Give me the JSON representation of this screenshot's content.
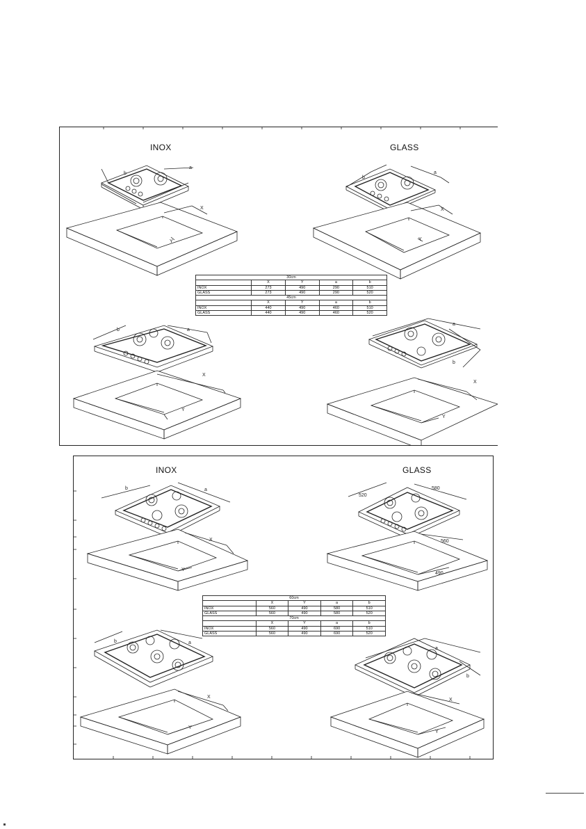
{
  "panels": [
    {
      "labels": {
        "left": "INOX",
        "right": "GLASS"
      },
      "dims": {
        "a": "a",
        "b": "b",
        "x": "X",
        "y": "Y"
      },
      "tables": [
        {
          "size": "30cm",
          "columns": [
            "",
            "X",
            "Y",
            "a",
            "b"
          ],
          "rows": [
            [
              "INOX",
              "273",
              "490",
              "290",
              "510"
            ],
            [
              "GLASS",
              "273",
              "490",
              "290",
              "520"
            ]
          ]
        },
        {
          "size": "45cm",
          "columns": [
            "",
            "X",
            "Y",
            "a",
            "b"
          ],
          "rows": [
            [
              "INOX",
              "440",
              "490",
              "460",
              "510"
            ],
            [
              "GLASS",
              "440",
              "490",
              "460",
              "520"
            ]
          ]
        }
      ]
    },
    {
      "labels": {
        "left": "INOX",
        "right": "GLASS"
      },
      "dims": {
        "a": "a",
        "b": "b",
        "x": "X",
        "y": "Y",
        "glass_a": "580",
        "glass_b": "520",
        "glass_x": "560",
        "glass_y": "490"
      },
      "tables": [
        {
          "size": "60cm",
          "columns": [
            "",
            "X",
            "Y",
            "a",
            "b"
          ],
          "rows": [
            [
              "INOX",
              "560",
              "490",
              "580",
              "510"
            ],
            [
              "GLASS",
              "560",
              "490",
              "580",
              "520"
            ]
          ]
        },
        {
          "size": "70cm",
          "columns": [
            "",
            "X",
            "Y",
            "a",
            "b"
          ],
          "rows": [
            [
              "INOX",
              "560",
              "490",
              "690",
              "510"
            ],
            [
              "GLASS",
              "560",
              "490",
              "690",
              "520"
            ]
          ]
        }
      ]
    }
  ]
}
